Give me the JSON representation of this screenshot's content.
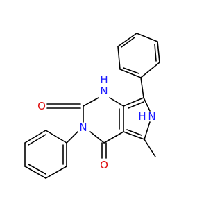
{
  "molecule": {
    "atoms": [
      {
        "id": "o1",
        "element": "O",
        "label": "O"
      },
      {
        "id": "n1",
        "element": "N",
        "label": "N"
      },
      {
        "id": "n1h",
        "element": "N",
        "label": "H"
      },
      {
        "id": "n2",
        "element": "N",
        "label": "N"
      },
      {
        "id": "n3",
        "element": "N",
        "label": "N"
      },
      {
        "id": "n3h",
        "element": "N",
        "label": "H"
      },
      {
        "id": "o2",
        "element": "O",
        "label": "O"
      }
    ],
    "colors": {
      "oxygen": "#e01010",
      "nitrogen": "#1a1aff",
      "carbon": "#000000"
    }
  }
}
